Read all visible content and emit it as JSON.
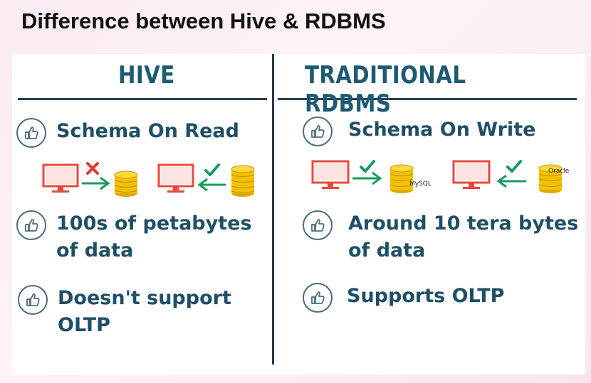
{
  "title": "Difference between Hive & RDBMS",
  "hive": {
    "heading": "HIVE",
    "rows": [
      {
        "lines": [
          "Schema On Read"
        ],
        "icon": "thumbs-up-icon"
      },
      {
        "lines": [
          "100s of petabytes",
          "of data"
        ],
        "icon": "thumbs-up-icon"
      },
      {
        "lines": [
          "Doesn't support",
          "OLTP"
        ],
        "icon": "thumbs-up-icon"
      }
    ]
  },
  "rdbms": {
    "heading": "TRADITIONAL RDBMS",
    "rows": [
      {
        "lines": [
          "Schema On Write"
        ],
        "icon": "thumbs-up-icon"
      },
      {
        "lines": [
          "Around 10 tera bytes",
          "of data"
        ],
        "icon": "thumbs-up-icon"
      },
      {
        "lines": [
          "Supports OLTP"
        ],
        "icon": "thumbs-up-icon"
      }
    ],
    "db_labels": [
      "MySQL",
      "Oracle"
    ]
  },
  "colors": {
    "heading": "#1d5a74",
    "text": "#1f4f66",
    "monitor": "#e8493b",
    "arrow": "#1a9a5e",
    "cross": "#e03a2f",
    "coin": "#f2c200",
    "divider": "#2a3a4e"
  }
}
